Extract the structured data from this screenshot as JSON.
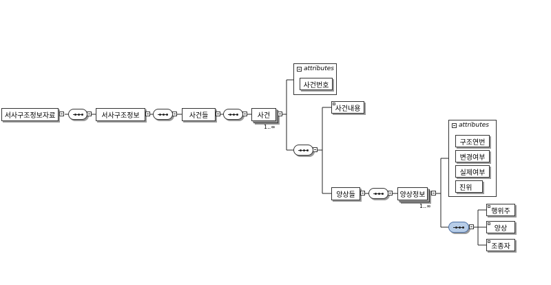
{
  "root": {
    "label": "서사구조정보자료"
  },
  "seq_elem": {
    "label": "서사구조정보"
  },
  "events": {
    "label": "사건들"
  },
  "event": {
    "label": "사건",
    "multiplicity": "1..∞"
  },
  "event_attrs": {
    "header": "attributes",
    "items": [
      "사건번호"
    ]
  },
  "event_content": {
    "label": "사건내용"
  },
  "aspects": {
    "label": "양상들"
  },
  "aspect_info": {
    "label": "양상정보",
    "multiplicity": "1..∞"
  },
  "aspect_attrs": {
    "header": "attributes",
    "items": [
      "구조연번",
      "변경여부",
      "실제여부",
      "진위"
    ]
  },
  "children": [
    "행위주",
    "양상",
    "조종자"
  ],
  "colors": {
    "selected_sequence": "#b7cde8",
    "border": "#333333",
    "shadow": "#9a9a9a"
  }
}
